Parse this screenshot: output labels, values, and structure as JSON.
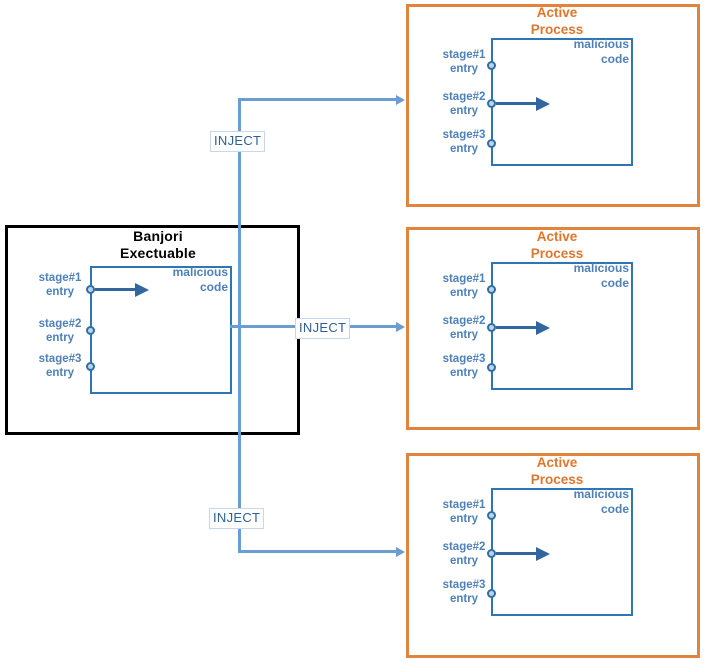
{
  "diagram": {
    "title_visible": false,
    "colors": {
      "orange_border": "#E0843E",
      "orange_text": "#E0762A",
      "blue_border": "#2E75B6",
      "blue_text": "#4E81B8",
      "connector_blue": "#6A9DD0",
      "arrow_blue": "#31679E",
      "black_border": "#000000"
    }
  },
  "source": {
    "title_line1": "Banjori",
    "title_line2": "Exectuable",
    "malicious_line1": "malicious",
    "malicious_line2": "code",
    "stages": [
      {
        "line1": "stage#1",
        "line2": "entry",
        "active": true
      },
      {
        "line1": "stage#2",
        "line2": "entry",
        "active": false
      },
      {
        "line1": "stage#3",
        "line2": "entry",
        "active": false
      }
    ]
  },
  "inject_labels": [
    {
      "text": "INJECT"
    },
    {
      "text": "INJECT"
    },
    {
      "text": "INJECT"
    }
  ],
  "active_processes": [
    {
      "title_line1": "Active",
      "title_line2": "Process",
      "malicious_line1": "malicious",
      "malicious_line2": "code",
      "stages": [
        {
          "line1": "stage#1",
          "line2": "entry",
          "active": false
        },
        {
          "line1": "stage#2",
          "line2": "entry",
          "active": true
        },
        {
          "line1": "stage#3",
          "line2": "entry",
          "active": false
        }
      ]
    },
    {
      "title_line1": "Active",
      "title_line2": "Process",
      "malicious_line1": "malicious",
      "malicious_line2": "code",
      "stages": [
        {
          "line1": "stage#1",
          "line2": "entry",
          "active": false
        },
        {
          "line1": "stage#2",
          "line2": "entry",
          "active": true
        },
        {
          "line1": "stage#3",
          "line2": "entry",
          "active": false
        }
      ]
    },
    {
      "title_line1": "Active",
      "title_line2": "Process",
      "malicious_line1": "malicious",
      "malicious_line2": "code",
      "stages": [
        {
          "line1": "stage#1",
          "line2": "entry",
          "active": false
        },
        {
          "line1": "stage#2",
          "line2": "entry",
          "active": true
        },
        {
          "line1": "stage#3",
          "line2": "entry",
          "active": false
        }
      ]
    }
  ]
}
